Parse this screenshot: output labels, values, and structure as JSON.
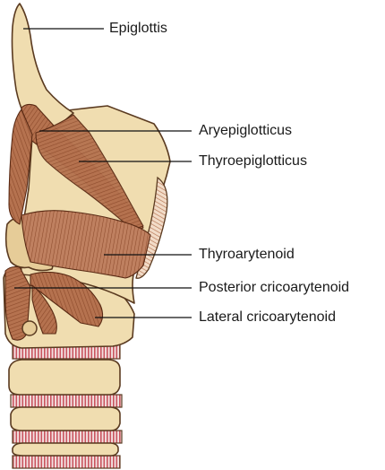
{
  "labels": {
    "epiglottis": "Epiglottis",
    "aryepiglotticus": "Aryepiglotticus",
    "thyroepiglotticus": "Thyroepiglotticus",
    "thyroarytenoid": "Thyroarytenoid",
    "posterior_cricoarytenoid": "Posterior cricoarytenoid",
    "lateral_cricoarytenoid": "Lateral cricoarytenoid"
  },
  "colors": {
    "cartilage": "#f0ddb0",
    "muscle": "#b5724f",
    "muscle_dark": "#8c4a2b",
    "tracheal_band": "#c9545e",
    "outline": "#5a3a20"
  }
}
